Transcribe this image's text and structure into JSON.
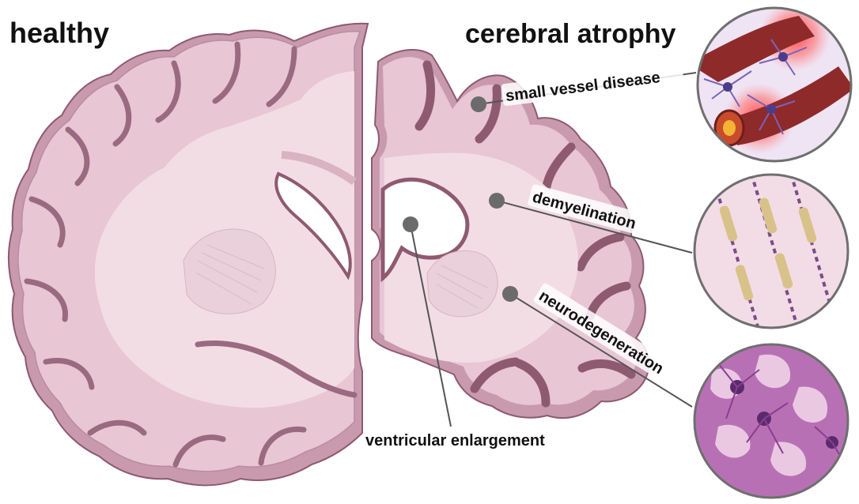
{
  "headings": {
    "left": "healthy",
    "right": "cerebral atrophy"
  },
  "callouts": [
    {
      "id": "small-vessel-disease",
      "label": "small vessel disease"
    },
    {
      "id": "demyelination",
      "label": "demyelination"
    },
    {
      "id": "neurodegeneration",
      "label": "neurodegeneration"
    },
    {
      "id": "ventricular-enlargement",
      "label": "ventricular enlargement"
    }
  ],
  "colors": {
    "tissue_light": "#f3dbe3",
    "tissue_mid": "#e9c4d1",
    "tissue_edge": "#b98ca0",
    "tissue_dark": "#8e5a70",
    "vessel": "#8f2a2a",
    "neuron_glial": "#7a63b8",
    "neuro_tissue": "#b870b5",
    "myelin": "#d9c28a"
  },
  "icons": {
    "inset_top": "blood-vessel-with-glial-cells",
    "inset_middle": "myelinated-axons",
    "inset_bottom": "neurons-in-tissue"
  }
}
